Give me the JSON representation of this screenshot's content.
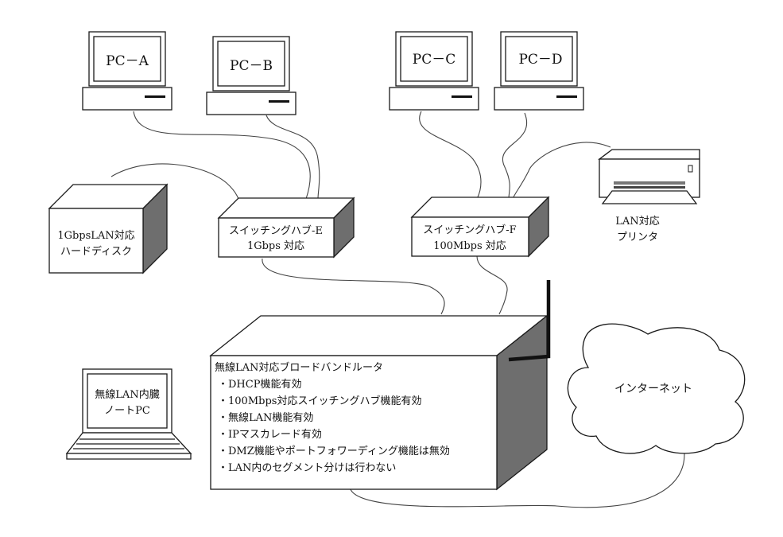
{
  "pcs": {
    "a": "PC－A",
    "b": "PC－B",
    "c": "PC－C",
    "d": "PC－D"
  },
  "storage": {
    "line1": "1GbpsLAN対応",
    "line2": "ハードディスク"
  },
  "hub_e": {
    "line1": "スイッチングハブ-E",
    "line2": "1Gbps 対応"
  },
  "hub_f": {
    "line1": "スイッチングハブ-F",
    "line2": "100Mbps 対応"
  },
  "printer": {
    "line1": "LAN対応",
    "line2": "プリンタ"
  },
  "router": {
    "title": "無線LAN対応ブロードバンドルータ",
    "features": [
      "・DHCP機能有効",
      "・100Mbps対応スイッチングハブ機能有効",
      "・無線LAN機能有効",
      "・IPマスカレード有効",
      "・DMZ機能やポートフォワーディング機能は無効",
      "・LAN内のセグメント分けは行わない"
    ]
  },
  "laptop": {
    "line1": "無線LAN内臓",
    "line2": "ノートPC"
  },
  "internet": {
    "label": "インターネット"
  }
}
